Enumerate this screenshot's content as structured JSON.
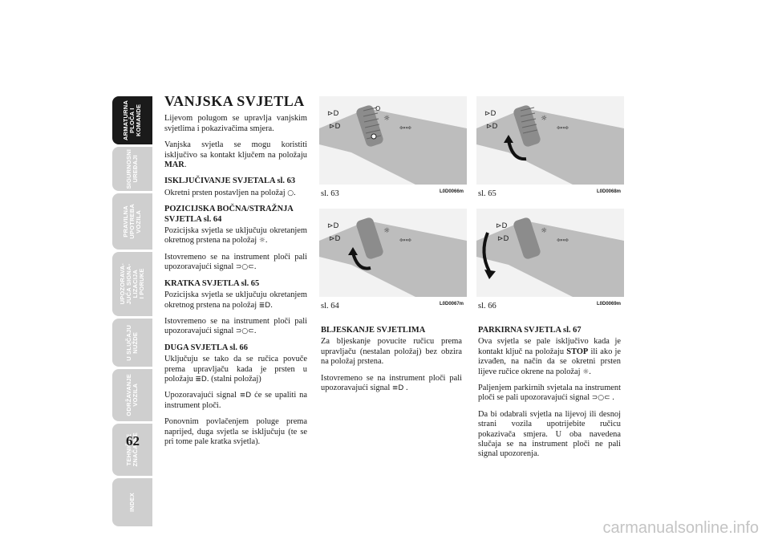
{
  "tabs": [
    {
      "label": "ARMATURNA\nPLOČA I\nKOMANDE"
    },
    {
      "label": "SIGURNOSNI\nUREĐAJI"
    },
    {
      "label": "PRAVILNA\nUPOTREBA\nVOZILA"
    },
    {
      "label": "UPOZORAVA-\nJUĆA SIGNA-\nLIZACIJA\nI PORUKE"
    },
    {
      "label": "U SLUČAJU\nNUŽDE"
    },
    {
      "label": "ODRŽAVANJE\nVOZILA"
    },
    {
      "label": "TEHNIČKE\nZNAČAJKE"
    },
    {
      "label": "INDEX"
    }
  ],
  "page_number": "62",
  "col1": {
    "title": "VANJSKA SVJETLA",
    "intro1": "Lijevom polugom se upravlja vanjskim svjetlima i pokazivačima smjera.",
    "intro2a": "Vanjska svjetla se mogu koristiti isključivo sa kontakt ključem na položaju ",
    "intro2b": "MAR",
    "intro2c": ".",
    "h1": "ISKLJUČIVANJE SVJETALA sl. 63",
    "p1": "Okretni prsten postavljen na položaj",
    "h2": "POZICIJSKA BOČNA/STRAŽNJA SVJETLA sl. 64",
    "p2": "Pozicijska svjetla se uključuju okretanjem okretnog prstena na položaj",
    "p3": "Istovremeno se na instrument ploči pali upozoravajući signal",
    "h3": "KRATKA SVJETLA sl. 65",
    "p4": "Pozicijska svjetla se uključuju okretanjem okretnog prstena na položaj",
    "p5": "Istovremeno se na instrument ploči pali upozoravajući signal",
    "h4": "DUGA SVJETLA sl. 66",
    "p6a": "Uključuju se tako da se ručica povuče prema upravljaču kada je prsten u položaju",
    "p6b": ". (stalni položaj)",
    "p7a": "Upozoravajući signal",
    "p7b": "će se upaliti na instrument ploči.",
    "p8": "Ponovnim povlačenjem poluge prema naprijed, duga svjetla se isključuju (te se pri tome pale kratka svjetla)."
  },
  "figures": [
    {
      "caption": "sl. 63",
      "code": "L0D0066m"
    },
    {
      "caption": "sl. 65",
      "code": "L0D0068m"
    },
    {
      "caption": "sl. 64",
      "code": "L0D0067m"
    },
    {
      "caption": "sl. 66",
      "code": "L0D0069m"
    }
  ],
  "col2": {
    "h1": "BLJESKANJE SVJETLIMA",
    "p1": "Za bljeskanje povucite ručicu prema upravljaču (nestalan položaj) bez obzira na položaj prstena.",
    "p2": "Istovremeno se na instrument ploči pali upozoravajući signal"
  },
  "col3": {
    "h1": "PARKIRNA SVJETLA sl. 67",
    "p1a": "Ova svjetla se pale isključivo kada je kontakt ključ na položaju ",
    "p1b": "STOP",
    "p1c": " ili ako je izvađen, na način da se okretni prsten lijeve ručice okrene na položaj",
    "p2": "Paljenjem parkirnih svjetala na instrument ploči se pali upozoravajući signal",
    "p3": "Da bi odabrali svjetla na lijevoj ili desnoj strani vozila upotrijebite ručicu pokazivača smjera. U oba navedena slučaja se na instrument ploči ne pali signal upozorenja."
  },
  "watermark": "carmanualsonline.info",
  "icons": {
    "off": "ring-off-icon",
    "position": "position-light-icon",
    "dipped": "dipped-beam-icon",
    "main": "main-beam-icon",
    "side_tell": "side-light-telltale-icon"
  }
}
